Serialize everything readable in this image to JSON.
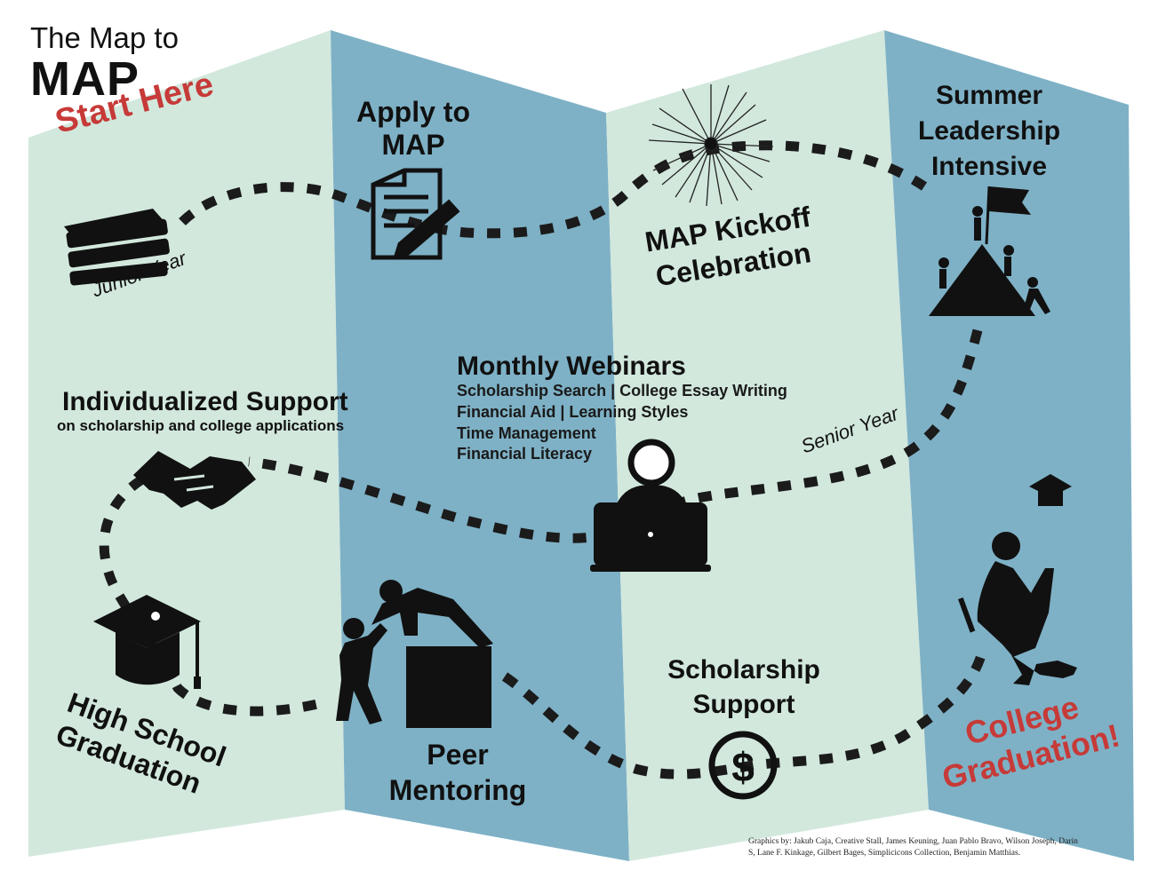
{
  "header": {
    "title_line1": "The Map to",
    "title_line2": "MAP"
  },
  "start_label": "Start Here",
  "milestones": {
    "apply": [
      "Apply to",
      "MAP"
    ],
    "kickoff": [
      "MAP Kickoff",
      "Celebration"
    ],
    "summer": [
      "Summer",
      "Leadership",
      "Intensive"
    ],
    "individualized": {
      "title": "Individualized Support",
      "subtitle": "on scholarship and college applications"
    },
    "webinars": {
      "title": "Monthly Webinars",
      "topics": [
        "Scholarship Search | College Essay Writing",
        "Financial Aid | Learning Styles",
        "Time Management",
        "Financial Literacy"
      ]
    },
    "hs_graduation": [
      "High School",
      "Graduation"
    ],
    "peer": [
      "Peer",
      "Mentoring"
    ],
    "scholarship": [
      "Scholarship",
      "Support"
    ],
    "college_graduation": [
      "College",
      "Graduation!"
    ]
  },
  "path_labels": {
    "junior": "Junior Year",
    "senior": "Senior Year"
  },
  "credits": "Graphics by: Jakub Caja, Creative Stall, James Keuning, Juan Pablo Bravo, Wilson Joseph, Darin S, Lane F. Kinkage, Gilbert Bages, Simplicicons Collection, Benjamin Matthias.",
  "colors": {
    "panel_light": "#d2e8dd",
    "panel_blue": "#7eb1c6",
    "accent_red": "#c63a38",
    "path": "#1b1b1b"
  },
  "icons": [
    "books-icon",
    "document-pen-icon",
    "firework-icon",
    "mountain-climbers-icon",
    "handshake-icon",
    "laptop-user-icon",
    "graduation-cap-icon",
    "climbing-helper-icon",
    "dollar-coin-icon",
    "jumping-graduate-icon"
  ]
}
